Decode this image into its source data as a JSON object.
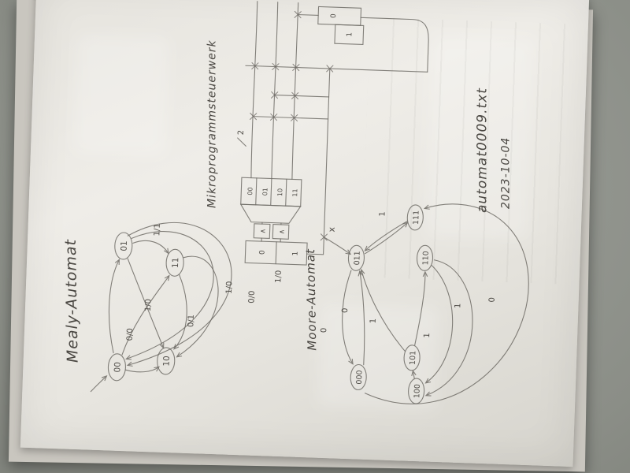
{
  "mealy": {
    "title": "Mealy-Automat",
    "states": [
      "00",
      "01",
      "10",
      "11"
    ],
    "edge_labels": [
      "0/0",
      "1/0",
      "0/1",
      "1/1",
      "1/0",
      "0/0",
      "1/0"
    ]
  },
  "circuit": {
    "title": "Mikroprogrammsteuerwerk",
    "decoder_cells": [
      "00",
      "01",
      "10",
      "11"
    ],
    "and_gate": "∧",
    "bus_width": "2",
    "register_bits": [
      "0",
      "1"
    ],
    "flipflop_bits": [
      "0",
      "1"
    ]
  },
  "moore": {
    "title": "Moore-Automat",
    "input_label": "x",
    "states": [
      "011",
      "000",
      "111",
      "110",
      "101",
      "100"
    ],
    "edge_labels": [
      "1",
      "0",
      "0",
      "1",
      "1",
      "1",
      "0"
    ]
  },
  "footer": {
    "filename": "automat0009.txt",
    "date": "2023-10-04"
  }
}
